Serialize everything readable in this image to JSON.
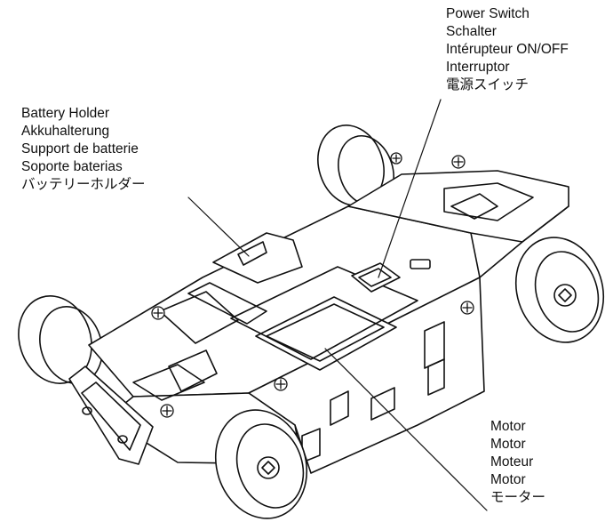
{
  "callouts": {
    "power_switch": {
      "lines": [
        "Power Switch",
        "Schalter",
        "Intérupteur ON/OFF",
        "Interruptor",
        "電源スイッチ"
      ]
    },
    "battery_holder": {
      "lines": [
        "Battery Holder",
        "Akkuhalterung",
        "Support de batterie",
        "Soporte baterias",
        "バッテリーホルダー"
      ]
    },
    "motor": {
      "lines": [
        "Motor",
        "Motor",
        "Moteur",
        "Motor",
        "モーター"
      ]
    }
  },
  "colors": {
    "line": "#111111",
    "background": "#ffffff"
  }
}
